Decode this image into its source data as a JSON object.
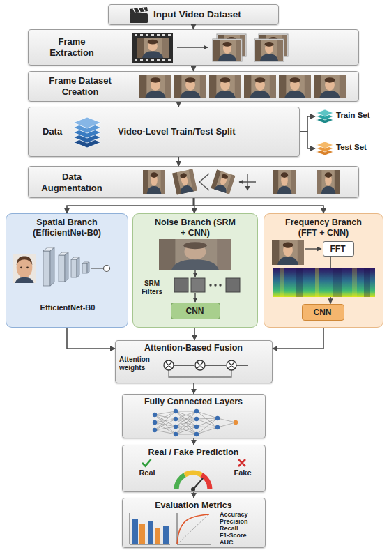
{
  "diagram": {
    "nodes": [
      {
        "text": [
          "Input Video Dataset"
        ]
      },
      {
        "text": [
          "Frame Extraction"
        ]
      },
      {
        "text": [
          "Frame Dataset Creation"
        ]
      },
      {
        "text": [
          "Data",
          "Video-Level Train/Test Split"
        ]
      },
      {
        "text": [
          "Train Set"
        ]
      },
      {
        "text": [
          "Test Set"
        ]
      },
      {
        "text": [
          "Data Augmentation"
        ]
      },
      {
        "text": [
          "Spatial Branch (EfficientNet-B0)",
          "EfficientNet-B0"
        ]
      },
      {
        "text": [
          "Noise Branch (SRM + CNN)",
          "SRM Filters"
        ]
      },
      {
        "text": [
          "CNN"
        ],
        "in": 8
      },
      {
        "text": [
          "Frequency Branch (FFT + CNN)"
        ]
      },
      {
        "text": [
          "FFT"
        ],
        "in": 10
      },
      {
        "text": [
          "CNN"
        ],
        "in": 10
      },
      {
        "text": [
          "Attention-Based Fusion",
          "Attention weights"
        ]
      },
      {
        "text": [
          "Fully Connected Layers"
        ]
      },
      {
        "text": [
          "Real / Fake Prediction",
          "Real",
          "Fake"
        ]
      },
      {
        "text": [
          "Evaluation Metrics",
          "Accuracy",
          "Precision",
          "Recall",
          "F1-Score",
          "AUC"
        ]
      }
    ],
    "edges": [
      {
        "from": 0,
        "to": 1,
        "arrow": "to"
      },
      {
        "from": 1,
        "to": 2,
        "arrow": "to"
      },
      {
        "from": 2,
        "to": 3,
        "arrow": "to"
      },
      {
        "from": 3,
        "to": 4,
        "arrow": "to"
      },
      {
        "from": 3,
        "to": 5,
        "arrow": "to"
      },
      {
        "from": 3,
        "to": 6,
        "arrow": "to"
      },
      {
        "from": 6,
        "to": 7,
        "arrow": "to"
      },
      {
        "from": 6,
        "to": 8,
        "arrow": "to"
      },
      {
        "from": 6,
        "to": 10,
        "arrow": "to"
      },
      {
        "from": 11,
        "to": 12,
        "arrow": "to"
      },
      {
        "from": 7,
        "to": 13,
        "arrow": "to"
      },
      {
        "from": 8,
        "to": 13,
        "arrow": "to"
      },
      {
        "from": 10,
        "to": 13,
        "arrow": "to"
      },
      {
        "from": 13,
        "to": 14,
        "arrow": "to"
      },
      {
        "from": 14,
        "to": 15,
        "arrow": "to"
      },
      {
        "from": 15,
        "to": 16,
        "arrow": "to"
      }
    ]
  }
}
